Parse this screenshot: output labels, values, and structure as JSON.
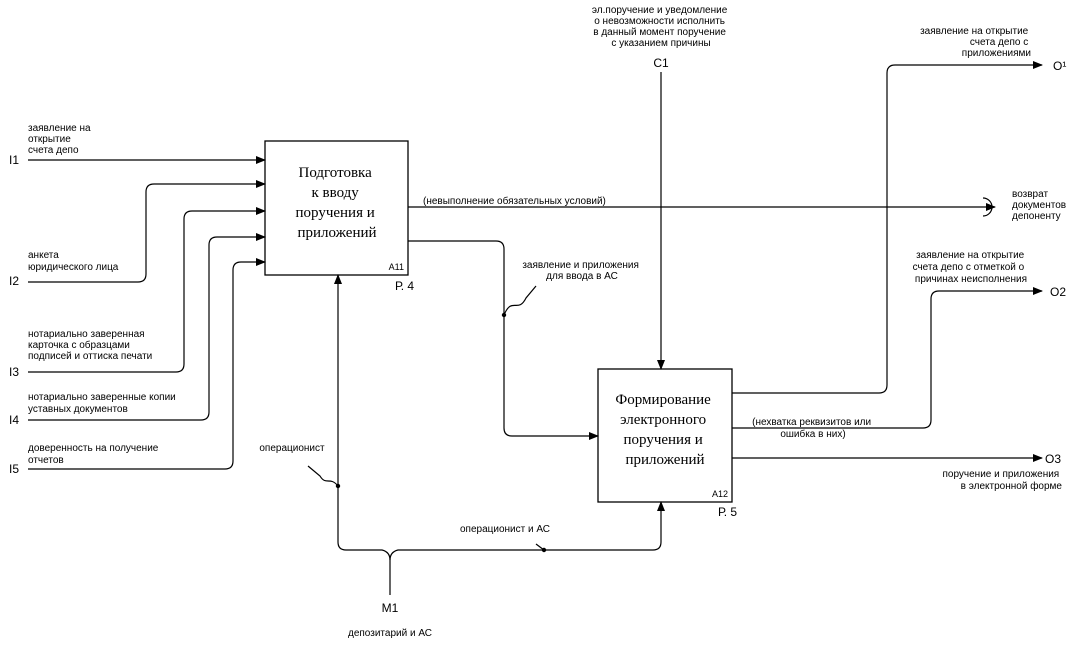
{
  "box1": {
    "title_lines": [
      "Подготовка",
      "к вводу",
      "поручения и",
      "приложений"
    ],
    "id": "A11",
    "ref": "Р. 4"
  },
  "box2": {
    "title_lines": [
      "Формирование",
      "электронного",
      "поручения и",
      "приложений"
    ],
    "id": "A12",
    "ref": "Р. 5"
  },
  "inputs": [
    {
      "code": "I1",
      "label_lines": [
        "заявление на",
        "открытие",
        "счета депо"
      ]
    },
    {
      "code": "I2",
      "label_lines": [
        "анкета",
        "юридического лица"
      ]
    },
    {
      "code": "I3",
      "label_lines": [
        "нотариально заверенная",
        "карточка с образцами",
        "подписей и оттиска печати"
      ]
    },
    {
      "code": "I4",
      "label_lines": [
        "нотариально заверенные копии",
        "уставных документов"
      ]
    },
    {
      "code": "I5",
      "label_lines": [
        "доверенность на получение",
        "отчетов"
      ]
    }
  ],
  "control": {
    "code": "C1",
    "label_lines": [
      "эл.поручение и уведомление",
      "о невозможности исполнить",
      "в данный момент поручение",
      "с указанием причины"
    ]
  },
  "outputs": [
    {
      "code": "O¹",
      "label_lines": [
        "заявление на открытие",
        "счета депо с",
        "приложениями"
      ]
    },
    {
      "code": "O2",
      "label_lines": [
        "заявление на открытие",
        "счета депо с отметкой о",
        "причинах неисполнения"
      ]
    },
    {
      "code": "O3",
      "label_lines": [
        "поручение и приложения",
        "в электронной форме"
      ]
    }
  ],
  "tunnel_output": {
    "label_lines": [
      "возврат",
      "документов",
      "депоненту"
    ]
  },
  "arrow_labels": {
    "nonfulfillment": "(невыполнение обязательных условий)",
    "docs_for_input_lines": [
      "заявление и приложения",
      "для ввода в АС"
    ],
    "missing_details_lines": [
      "(нехватка реквизитов или",
      "ошибка в них)"
    ]
  },
  "mechanism": {
    "code": "M1",
    "label": "депозитарий и АС",
    "branch1": "операционист",
    "branch2": "операционист и АС"
  }
}
